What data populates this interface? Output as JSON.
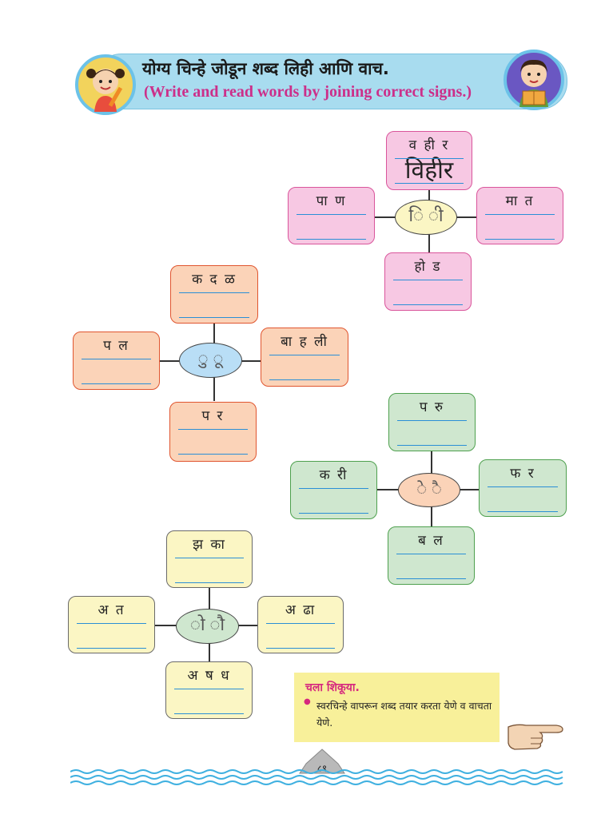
{
  "header": {
    "title_marathi": "योग्य चिन्हे जोडून शब्द लिही आणि वाच.",
    "title_english": "(Write and read words by joining correct signs.)"
  },
  "clusters": {
    "i": {
      "sign": "ि ी",
      "top": {
        "letters": "व  ही  र",
        "written": "विहीर"
      },
      "left": {
        "letters": "पा  ण"
      },
      "right": {
        "letters": "मा  त"
      },
      "bottom": {
        "letters": "हो  ड"
      }
    },
    "u": {
      "sign": "ु ू",
      "top": {
        "letters": "क  द  ळ"
      },
      "left": {
        "letters": "प  ल"
      },
      "right": {
        "letters": "बा  ह  ली"
      },
      "bottom": {
        "letters": "प  र"
      }
    },
    "e": {
      "sign": "े ै",
      "top": {
        "letters": "प  रु"
      },
      "left": {
        "letters": "क  री"
      },
      "right": {
        "letters": "फ  र"
      },
      "bottom": {
        "letters": "ब  ल"
      }
    },
    "o": {
      "sign": "ो ौ",
      "top": {
        "letters": "झ  का"
      },
      "left": {
        "letters": "अ  त"
      },
      "right": {
        "letters": "अ  ढा"
      },
      "bottom": {
        "letters": "अ  ष  ध"
      }
    }
  },
  "note": {
    "title": "चला शिकूया.",
    "text": "स्वरचिन्हे वापरून शब्द तयार करता येणे व वाचता येणे."
  },
  "page_number": "८९",
  "colors": {
    "banner": "#a8dcef",
    "pink": "#f7c8e3",
    "orange": "#fbd3b8",
    "green": "#cfe7cf",
    "yellow": "#fbf6c4",
    "line": "#2a8fd6",
    "note_bg": "#f8f09a",
    "english_title": "#cc2f8a"
  },
  "icons": [
    "girl-with-pencil-icon",
    "boy-reading-book-icon",
    "pointing-hand-icon",
    "wave-border-icon"
  ]
}
